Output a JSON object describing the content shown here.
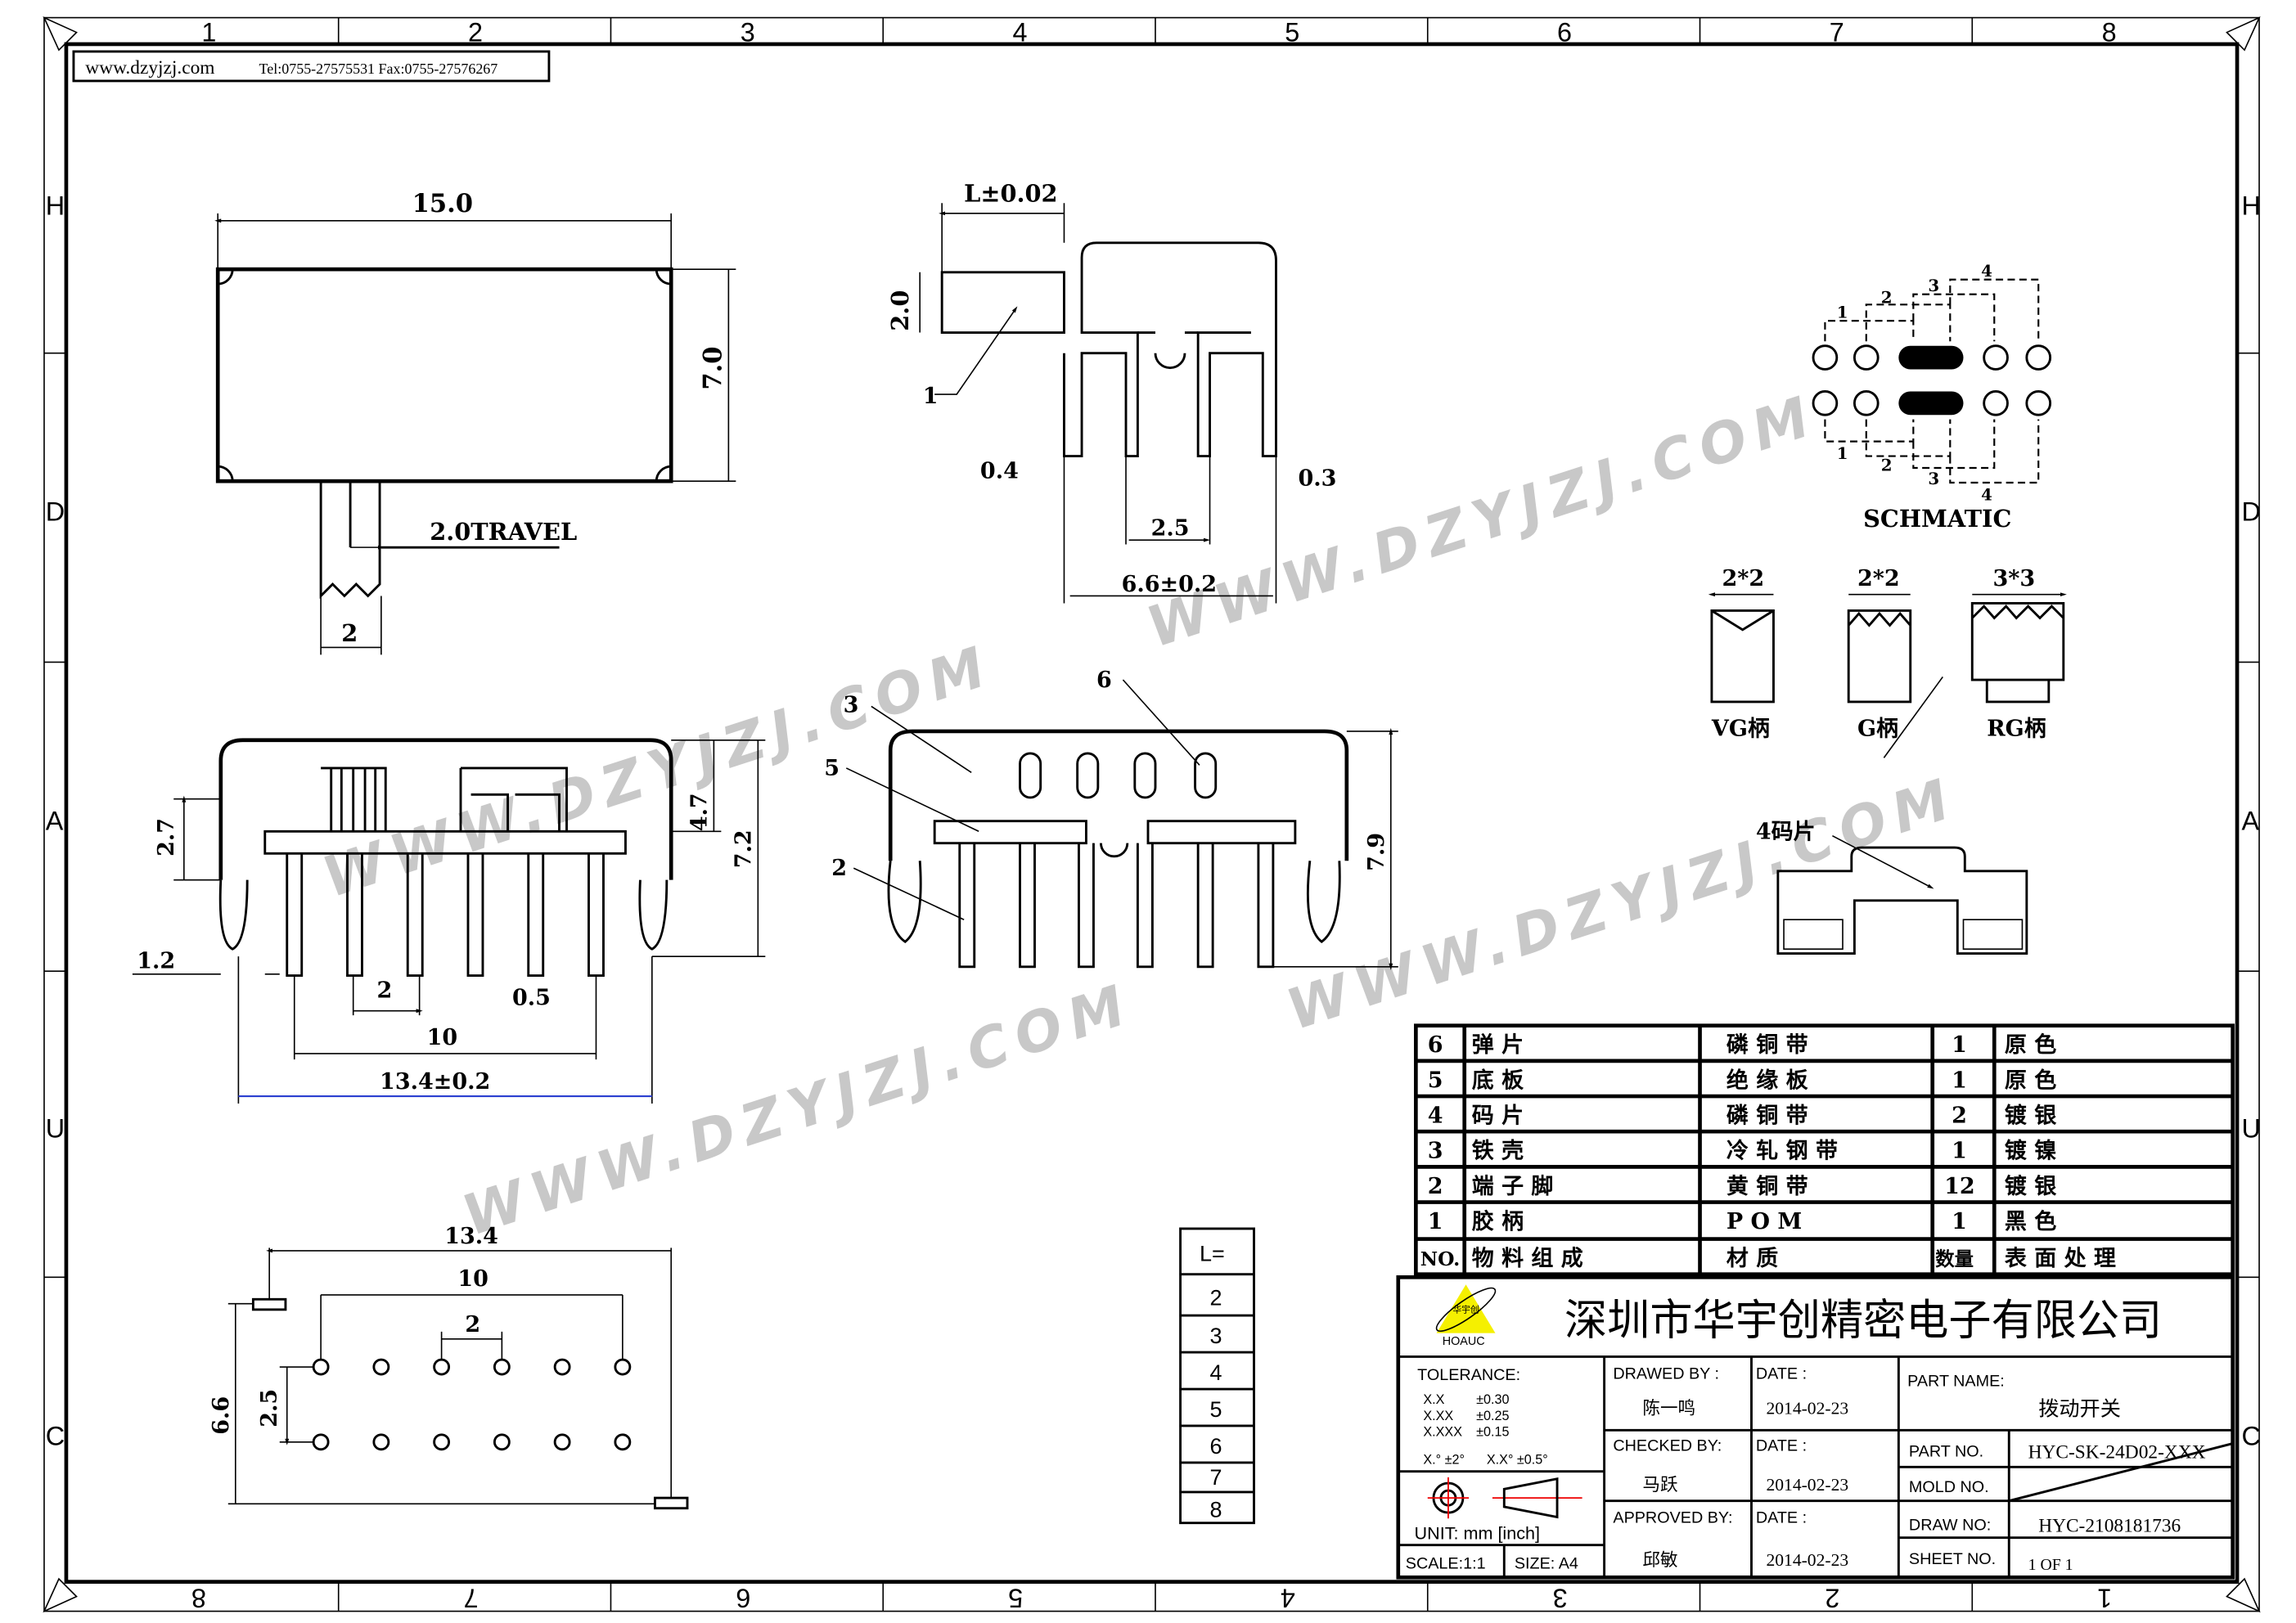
{
  "header": {
    "website": "www.dzyjzj.com",
    "contact": "Tel:0755-27575531  Fax:0755-27576267"
  },
  "ruler": {
    "columns": [
      "1",
      "2",
      "3",
      "4",
      "5",
      "6",
      "7",
      "8"
    ],
    "rows": [
      "H",
      "D",
      "A",
      "U",
      "C"
    ]
  },
  "watermark": "WWW.DZYJZJ.COM",
  "top_view": {
    "width": "15.0",
    "height": "7.0",
    "travel": "2.0TRAVEL",
    "actuator": "2"
  },
  "side_view": {
    "l_dim": "L±0.02",
    "h_dim": "2.0",
    "callout": "1",
    "pin_w": "0.4",
    "pin_t": "0.3",
    "pitch": "2.5",
    "span": "6.6±0.2"
  },
  "front_view": {
    "h1": "2.7",
    "h2": "4.7",
    "h3": "7.2",
    "offset": "1.2",
    "pitch": "2",
    "pin": "0.5",
    "span": "10",
    "total": "13.4±0.2"
  },
  "right_view": {
    "c3": "3",
    "c5": "5",
    "c2": "2",
    "c6": "6",
    "height": "7.9"
  },
  "schematic": {
    "title": "SCHMATIC",
    "labels": [
      "1",
      "2",
      "3",
      "4"
    ]
  },
  "handles": [
    {
      "size": "2*2",
      "name": "VG柄"
    },
    {
      "size": "2*2",
      "name": "G柄"
    },
    {
      "size": "3*3",
      "name": "RG柄"
    }
  ],
  "contact_piece": {
    "label": "4码片"
  },
  "pcb_layout": {
    "total": "13.4",
    "span": "10",
    "pitch": "2",
    "row_pitch": "2.5",
    "height": "6.6"
  },
  "length_table": {
    "header": "L=",
    "values": [
      "2",
      "3",
      "4",
      "5",
      "6",
      "7",
      "8"
    ]
  },
  "bom": {
    "rows": [
      {
        "no": "6",
        "part": "弹 片",
        "material": "磷 铜 带",
        "qty": "1",
        "finish": "原 色"
      },
      {
        "no": "5",
        "part": "底 板",
        "material": "绝 缘 板",
        "qty": "1",
        "finish": "原 色"
      },
      {
        "no": "4",
        "part": "码 片",
        "material": "磷 铜 带",
        "qty": "2",
        "finish": "镀 银"
      },
      {
        "no": "3",
        "part": "铁 壳",
        "material": "冷 轧 钢 带",
        "qty": "1",
        "finish": "镀 镍"
      },
      {
        "no": "2",
        "part": "端 子 脚",
        "material": "黄 铜 带",
        "qty": "12",
        "finish": "镀 银"
      },
      {
        "no": "1",
        "part": "胶 柄",
        "material": "P O M",
        "qty": "1",
        "finish": "黑 色"
      }
    ],
    "header": {
      "no": "NO.",
      "part": "物 料 组 成",
      "material": "材 质",
      "qty": "数量",
      "finish": "表 面 处 理"
    }
  },
  "title_block": {
    "logo_cn": "华宇创",
    "logo_en": "HOAUC",
    "company": "深圳市华宇创精密电子有限公司",
    "tolerance_label": "TOLERANCE:",
    "tolerances": [
      {
        "k": "X.X",
        "v": "±0.30"
      },
      {
        "k": "X.XX",
        "v": "±0.25"
      },
      {
        "k": "X.XXX",
        "v": "±0.15"
      }
    ],
    "angle_tol": "X.° ±2°      X.X° ±0.5°",
    "unit": "UNIT:  mm  [inch]",
    "scale": "SCALE:1:1",
    "size": "SIZE:  A4",
    "drawn_by_label": "DRAWED  BY :",
    "drawn_by": "陈一鸣",
    "checked_by_label": "CHECKED  BY:",
    "checked_by": "马跃",
    "approved_by_label": "APPROVED  BY:",
    "approved_by": "邱敏",
    "date_label": "DATE  :",
    "dates": [
      "2014-02-23",
      "2014-02-23",
      "2014-02-23"
    ],
    "part_name_label": "PART  NAME:",
    "part_name": "拨动开关",
    "part_no_label": "PART  NO.",
    "part_no": "HYC-SK-24D02-XXX",
    "mold_no_label": "MOLD  NO.",
    "draw_no_label": "DRAW  NO:",
    "draw_no": "HYC-2108181736",
    "sheet_no_label": "SHEET  NO.",
    "sheet_no": "1  OF  1",
    "logo_color": "#f5f000"
  }
}
